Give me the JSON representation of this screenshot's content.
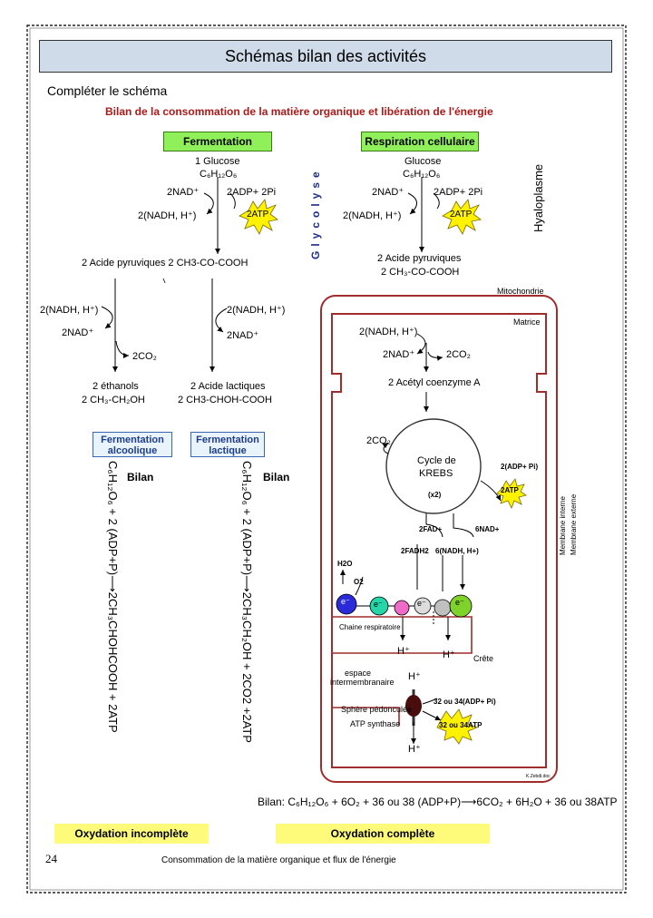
{
  "header": {
    "title": "Schémas bilan des activités"
  },
  "instruction": "Compléter le schéma",
  "subtitle": "Bilan de la consommation de la matière organique et libération de l'énergie",
  "colors": {
    "green": "#8ff05a",
    "yellow": "#fffb7a",
    "mito": "#a02c2c",
    "header_bg": "#cfdbe8",
    "blue": "#3a66b3"
  },
  "fermentation": {
    "title": "Fermentation",
    "glucose": "1 Glucose",
    "glucose_formula": "C₆H₁₂O₆",
    "nad": "2NAD⁺",
    "adp": "2ADP+ 2Pi",
    "nadh": "2(NADH, H⁺)",
    "atp": "2ATP",
    "pyruvate": "2 Acide pyruviques 2 CH3-CO-COOH",
    "alcool": {
      "nadh": "2(NADH, H⁺)",
      "nad": "2NAD⁺",
      "co2": "2CO₂",
      "product1": "2 éthanols",
      "product2": "2 CH₃-CH₂OH",
      "box1": "Fermentation",
      "box2": "alcoolique",
      "bilan_label": "Bilan",
      "equation": "C₆H₁₂O₆ + 2 (ADP+P)⟶2CH₃CHOHCOOH + 2ATP"
    },
    "lactique": {
      "nadh": "2(NADH, H⁺)",
      "nad": "2NAD⁺",
      "product1": "2 Acide lactiques",
      "product2": "2 CH3-CHOH-COOH",
      "box1": "Fermentation",
      "box2": "lactique",
      "bilan_label": "Bilan",
      "equation": "C₆H₁₂O₆ + 2 (ADP+P)⟶2CH₃CH₂OH + 2CO2 +2ATP"
    }
  },
  "glycolyse": "Glycolyse",
  "hyaloplasme": "Hyaloplasme",
  "respiration": {
    "title": "Respiration cellulaire",
    "glucose": "Glucose",
    "glucose_formula": "C₆H₁₂O₆",
    "nad": "2NAD⁺",
    "adp": "2ADP+ 2Pi",
    "nadh": "2(NADH, H⁺)",
    "atp": "2ATP",
    "pyruvate1": "2 Acide pyruviques",
    "pyruvate2": "2 CH₃-CO-COOH",
    "mitochondrie": "Mitochondrie",
    "matrice": "Matrice",
    "m_nadh": "2(NADH, H⁺)",
    "m_nad": "2NAD⁺",
    "m_co2": "2CO₂",
    "acetyl": "2 Acétyl coenzyme A",
    "co2_krebs": "2CO₂",
    "krebs1": "Cycle de",
    "krebs2": "KREBS",
    "krebs_x2": "(x2)",
    "adp_pi": "2(ADP+ Pi)",
    "krebs_atp": "2ATP",
    "fad": "2FAD+",
    "nad6": "6NAD+",
    "fadh2": "2FADH2",
    "nadh6": "6(NADH, H+)",
    "h2o": "H2O",
    "o2": "O2",
    "electron": "e⁻",
    "chaine": "Chaine respiratoire",
    "h_plus": "H⁺",
    "crete": "Crête",
    "espace1": "espace",
    "espace2": "intermembranaire",
    "sphere1": "Sphère pédonculée",
    "sphere2": "ATP synthase",
    "adp_32": "32 ou 34(ADP+ Pi)",
    "atp_32": "32 ou 34ATP",
    "membrane_interne": "Membrane interne",
    "membrane_externe": "Membrane externe",
    "credit": "K.Zebdi.doc",
    "bilan": "Bilan: C₆H₁₂O₆ + 6O₂ + 36 ou 38 (ADP+P)⟶6CO₂ + 6H₂O + 36 ou 38ATP"
  },
  "footer": {
    "incomplete": "Oxydation incomplète",
    "complete": "Oxydation complète",
    "page_number": "24",
    "caption": "Consommation de la matière organique et flux de l'énergie"
  }
}
